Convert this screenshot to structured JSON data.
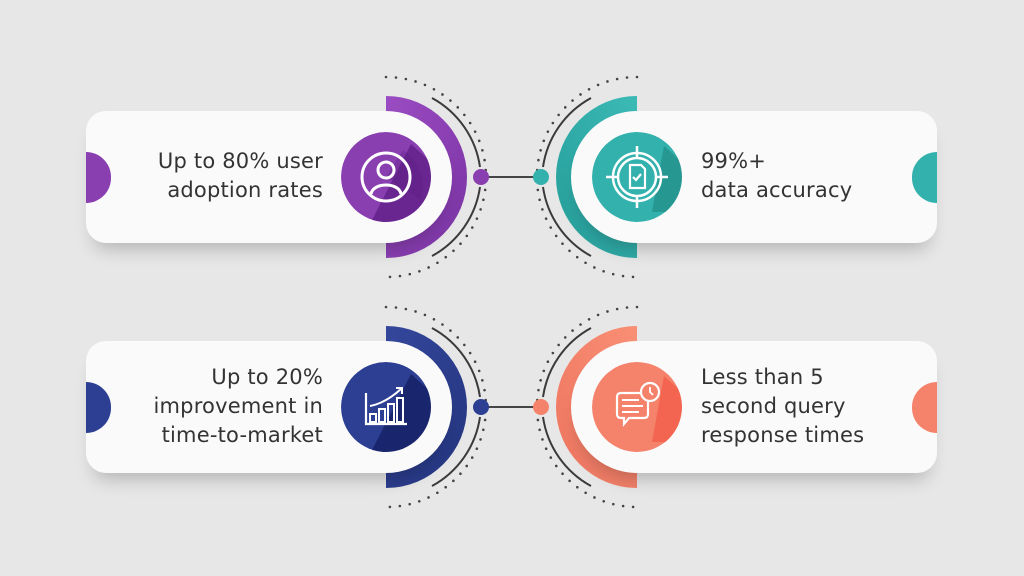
{
  "background": "#e7e7e7",
  "items": [
    {
      "id": "user-adoption",
      "line1": "Up to 80% user",
      "line2": "adoption rates",
      "line3": "",
      "color": "#8a3fb0",
      "dark": "#5d1d85",
      "icon": "user-icon",
      "side": "left"
    },
    {
      "id": "data-accuracy",
      "line1": "99%+",
      "line2": "data accuracy",
      "line3": "",
      "color": "#33b1ad",
      "dark": "#1f8681",
      "icon": "target-document-icon",
      "side": "right"
    },
    {
      "id": "time-to-market",
      "line1": "Up to 20%",
      "line2": "improvement in",
      "line3": "time-to-market",
      "color": "#2d3f92",
      "dark": "#111c5e",
      "icon": "growth-chart-icon",
      "side": "left"
    },
    {
      "id": "query-response",
      "line1": "Less than 5",
      "line2": "second query",
      "line3": "response times",
      "color": "#f5826a",
      "dark": "#f04f3c",
      "icon": "chat-clock-icon",
      "side": "right"
    }
  ]
}
